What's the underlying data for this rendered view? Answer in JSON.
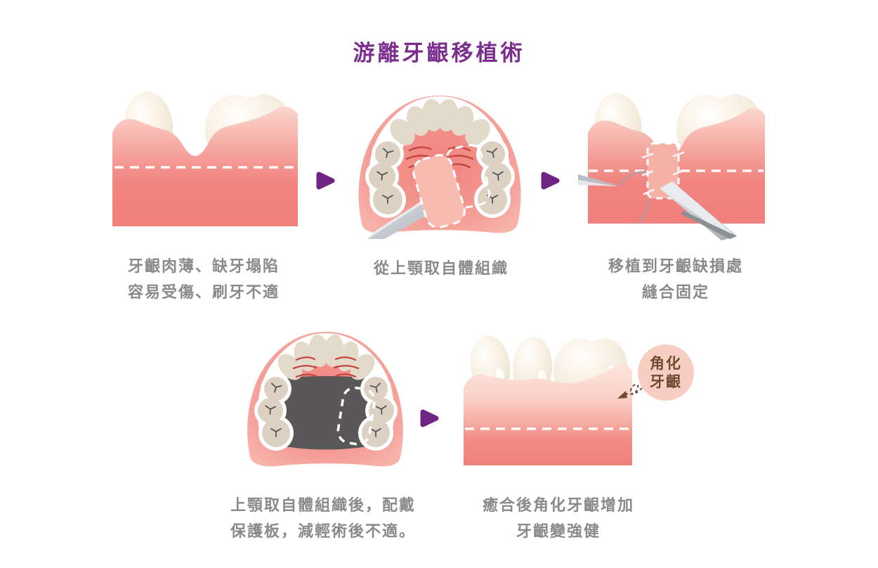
{
  "title": "游離牙齦移植術",
  "steps": [
    {
      "name": "thin-gums",
      "caption_lines": [
        "牙齦肉薄、缺牙塌陷",
        "容易受傷、刷牙不適"
      ]
    },
    {
      "name": "palate-harvest",
      "caption_lines": [
        "從上顎取自體組織",
        ""
      ]
    },
    {
      "name": "graft-placement",
      "caption_lines": [
        "移植到牙齦缺損處",
        "縫合固定"
      ]
    },
    {
      "name": "protective-plate",
      "caption_lines": [
        "上顎取自體組織後，配戴",
        "保護板，減輕術後不適。"
      ]
    },
    {
      "name": "healed-gums",
      "caption_lines": [
        "癒合後角化牙齦增加",
        "牙齦變強健"
      ]
    }
  ],
  "badge": {
    "lines": [
      "角化",
      "牙齦"
    ]
  },
  "colors": {
    "title_purple": "#7B2E8D",
    "arrow_purple": "#6E2585",
    "caption_gray": "#8A8A8A",
    "gum_pink": "#F2827E",
    "gum_light_pink": "#FBD8CF",
    "palate_pink": "#F2918B",
    "tissue_pink": "#F8BDB0",
    "tooth_cream": "#F3E9D9",
    "plate_gray": "#595757",
    "rugae_red": "#C2453E",
    "badge_bg": "#F9CEC2",
    "badge_text": "#6F4B33"
  }
}
